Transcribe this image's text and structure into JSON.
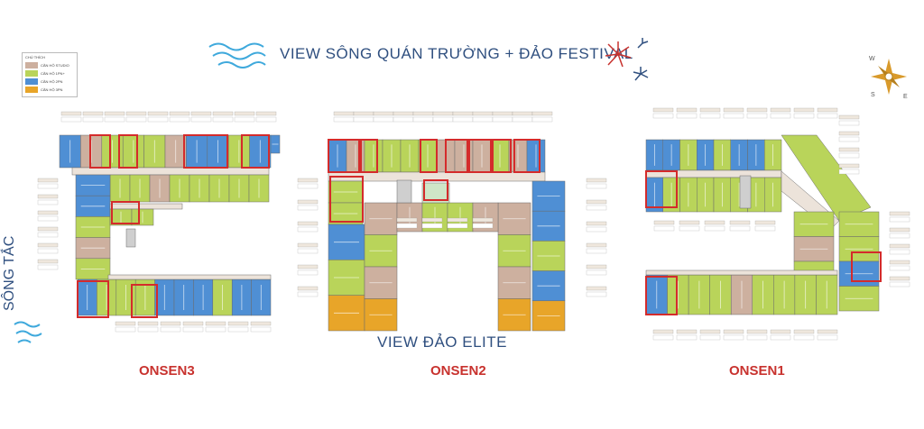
{
  "header": {
    "title": "VIEW SÔNG QUÁN TRƯỜNG + ĐẢO FESTIVAL"
  },
  "footer_view": {
    "title": "VIEW ĐẢO ELITE"
  },
  "side_label": {
    "text": "SÔNG TẮC"
  },
  "legend": {
    "title": "CHÚ THÍCH",
    "items": [
      {
        "label": "CĂN HỘ STUDIO",
        "color": "#cdb09f"
      },
      {
        "label": "CĂN HỘ 1PN+",
        "color": "#b9d45a"
      },
      {
        "label": "CĂN HỘ 2PN",
        "color": "#4f8fd4"
      },
      {
        "label": "CĂN HỘ 3PN",
        "color": "#e8a529"
      }
    ]
  },
  "buildings": [
    {
      "name": "ONSEN3"
    },
    {
      "name": "ONSEN2"
    },
    {
      "name": "ONSEN1"
    }
  ],
  "colors": {
    "studio": "#cdb09f",
    "one_bed": "#b9d45a",
    "two_bed": "#4f8fd4",
    "three_bed": "#e8a529",
    "highlight": "#d42b2b",
    "corridor": "#ece3da",
    "title": "#2f4f7f",
    "building_name": "#c8322e"
  }
}
